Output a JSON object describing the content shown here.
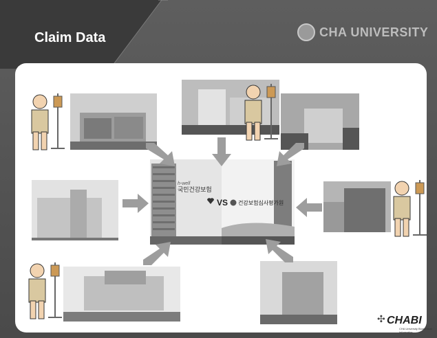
{
  "slide": {
    "title": "Claim Data",
    "brand_name": "CHA UNIVERSITY",
    "center_left_small": "h-well",
    "center_left_logo": "국민건강보험",
    "vs_label": "VS",
    "center_right_logo": "건강보험심사평가원",
    "footer_logo": "CHABI",
    "footer_logo_sub": "CHA University Biomedical Informatics"
  }
}
